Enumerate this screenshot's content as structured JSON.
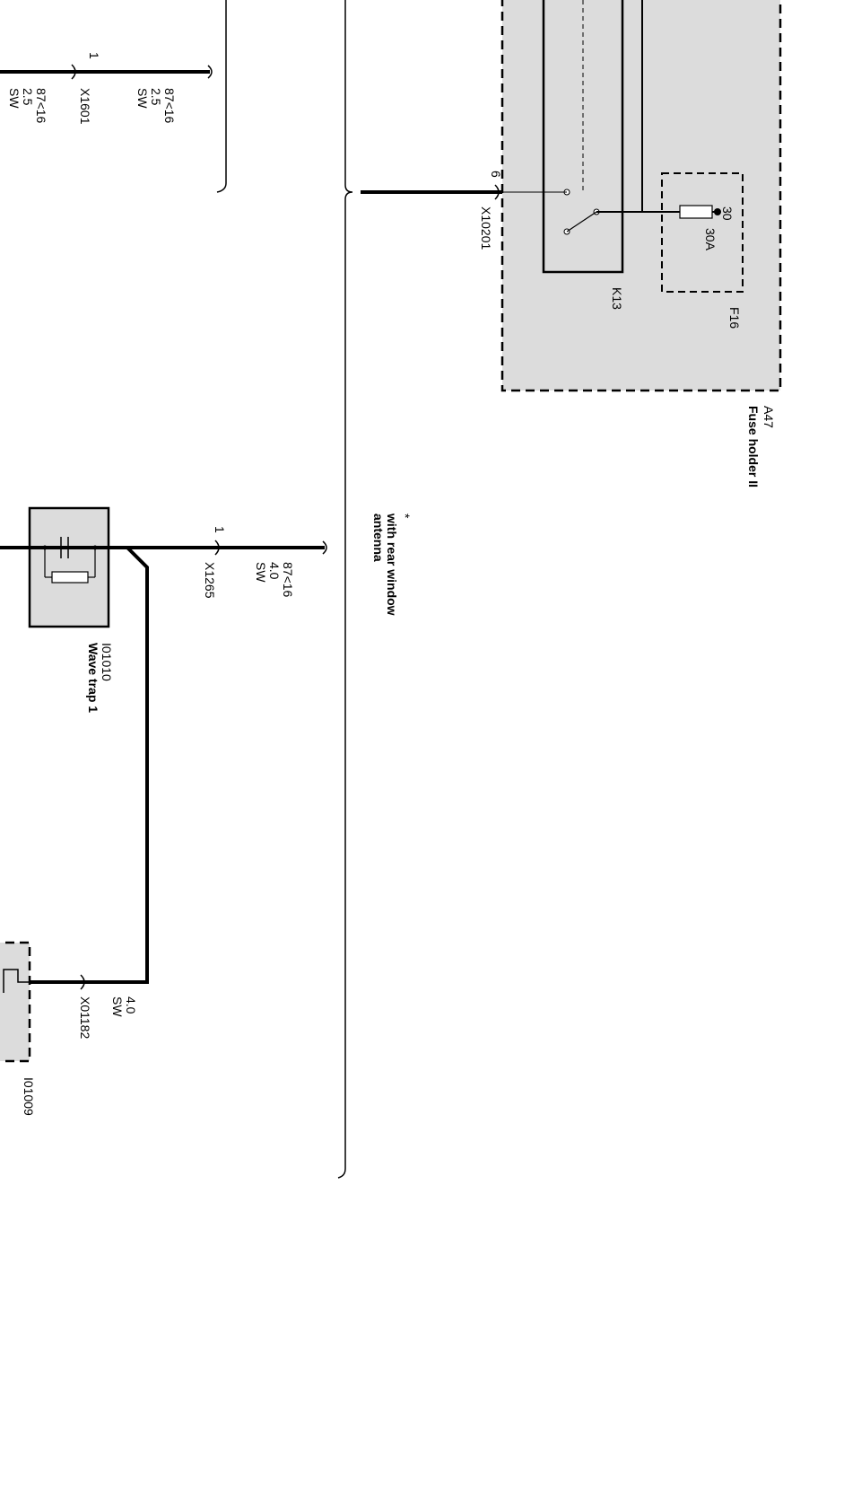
{
  "colors": {
    "module_fill": "#dcdcdc",
    "line": "#000000",
    "background": "#ffffff"
  },
  "fuse_holder": {
    "id": "A47",
    "name": "Fuse holder II",
    "relay_id": "K13",
    "fuse_id": "F16",
    "fuse_rating": "30A",
    "fuse_terminal": "30"
  },
  "connectors": {
    "x10201": {
      "id": "X10201",
      "pin": "6"
    },
    "x1601": {
      "id": "X1601",
      "pin": "1"
    },
    "x1265": {
      "id": "X1265",
      "pin": "1"
    },
    "x01182": {
      "id": "X01182"
    }
  },
  "wires": {
    "w1_left": {
      "signal": "87<16",
      "size": "2.5",
      "color": "SW"
    },
    "w1_right": {
      "signal": "87<16",
      "size": "2.5",
      "color": "SW"
    },
    "w2": {
      "signal": "87<16",
      "size": "4.0",
      "color": "SW"
    },
    "w3": {
      "size": "4.0",
      "color": "SW"
    }
  },
  "components": {
    "wave_trap": {
      "id": "I01010",
      "name": "Wave trap 1"
    },
    "i01009": {
      "id": "I01009"
    }
  },
  "notes": {
    "rear_window_mark": "*",
    "rear_window_line1": "with rear window",
    "rear_window_line2": "antenna"
  }
}
